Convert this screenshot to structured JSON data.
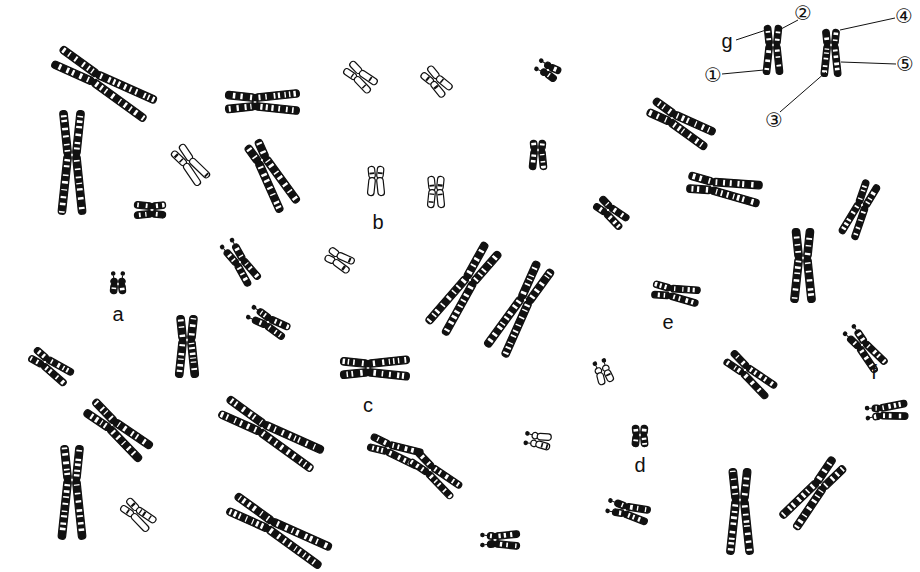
{
  "diagram": {
    "labels": [
      "g",
      "②",
      "④",
      "①",
      "③",
      "⑤",
      "a",
      "b",
      "c",
      "d",
      "e",
      "f"
    ]
  }
}
